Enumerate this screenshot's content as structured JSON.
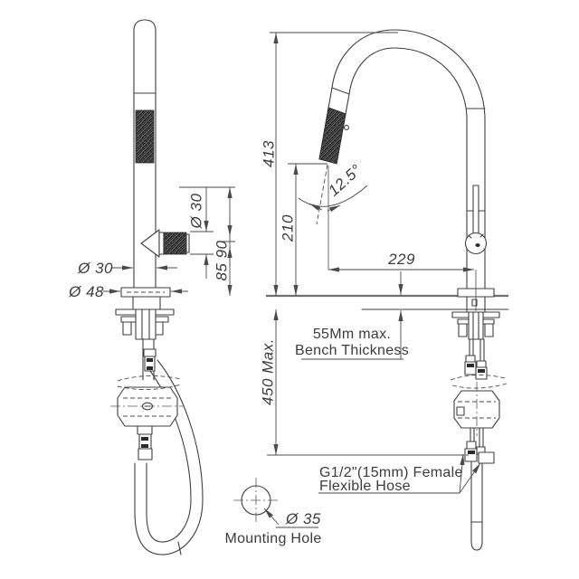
{
  "front_view": {
    "dim_body_diameter": "Ø 30",
    "dim_base_diameter": "Ø 48",
    "dim_handle_diameter": "Ø 30",
    "dim_handle_heights": "85 90"
  },
  "side_view": {
    "dim_overall_height": "413",
    "dim_outlet_height": "210",
    "dim_spout_reach": "229",
    "dim_spray_angle": "12.5°",
    "dim_under_bench": "450 Max.",
    "note_bench_line1": "55Mm max.",
    "note_bench_line2": "Bench Thickness",
    "note_hose_line1": "G1/2\"(15mm) Female",
    "note_hose_line2": "Flexible Hose"
  },
  "mounting_detail": {
    "dim_hole_diameter": "Ø 35",
    "label": "Mounting Hole"
  },
  "colors": {
    "line": "#3f3f3f",
    "dimension": "#4a4a4a",
    "text": "#3c3c3c",
    "knurl_fill": "#262626",
    "background": "#ffffff"
  }
}
